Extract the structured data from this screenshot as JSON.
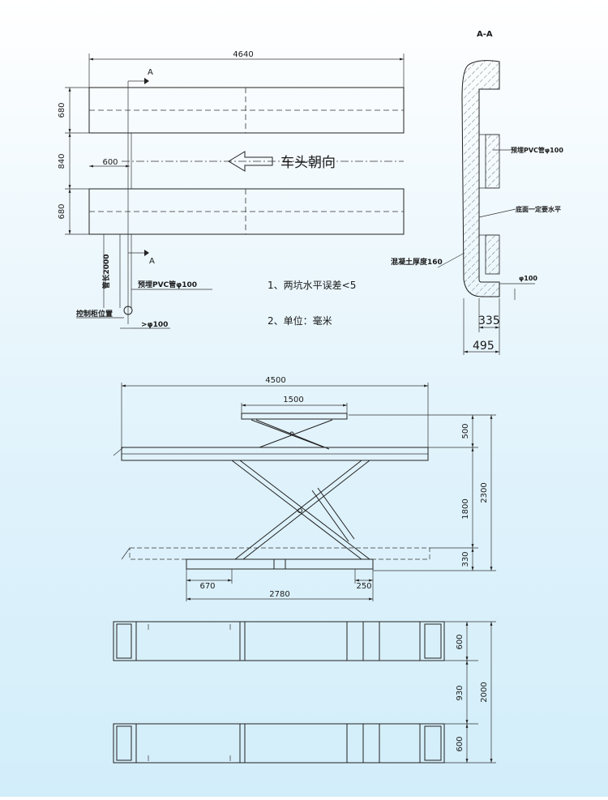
{
  "plan_view": {
    "dim_total_length": "4640",
    "dim_rail_1": "680",
    "dim_gap": "840",
    "dim_rail_2": "680",
    "dim_offset": "600",
    "dim_pipe_length": "管长2000",
    "section_mark_top": "A",
    "section_mark_bottom": "A",
    "direction_label": "车头朝向",
    "pvc_label": "预埋PVC管φ100",
    "control_box_label": "控制柜位置",
    "diameter_label": ">φ100"
  },
  "notes": {
    "note_1": "1、两坑水平误差<5",
    "note_2": "2、单位：毫米"
  },
  "section_view": {
    "title": "A-A",
    "pvc_label": "预埋PVC管φ100",
    "level_label": "底面一定要水平",
    "concrete_label": "混凝土厚度160",
    "diameter_label": "φ100",
    "dim_inner": "335",
    "dim_outer": "495"
  },
  "side_view": {
    "dim_total_length": "4500",
    "dim_top_platform": "1500",
    "dim_upper": "500",
    "dim_total_height": "2300",
    "dim_lift": "1800",
    "dim_lower": "330",
    "dim_base_left": "670",
    "dim_base_right": "250",
    "dim_base_total": "2780"
  },
  "bottom_view": {
    "dim_rail_1": "600",
    "dim_gap": "930",
    "dim_rail_2": "600",
    "dim_total": "2000"
  }
}
